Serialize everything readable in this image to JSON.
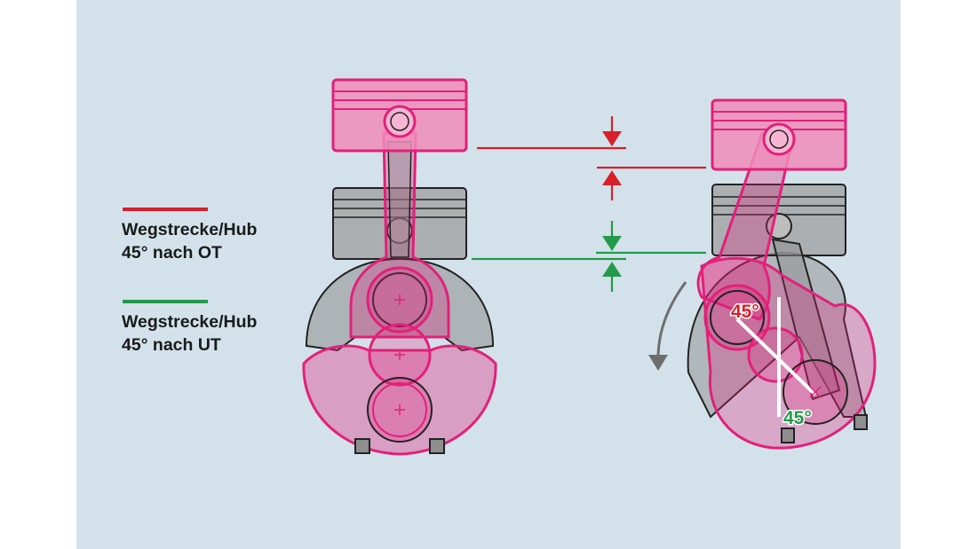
{
  "colors": {
    "background_panel": "#d3e2ea",
    "red": "#d6202a",
    "green": "#239a4a",
    "magenta": "#e2207a",
    "magenta_fill": "#f08cba",
    "grey_fill": "#8e8e8e"
  },
  "legend": [
    {
      "line_color": "#d6202a",
      "line1": "Wegstrecke/Hub",
      "line2": "45° nach OT"
    },
    {
      "line_color": "#239a4a",
      "line1": "Wegstrecke/Hub",
      "line2": "45° nach UT"
    }
  ],
  "angles": {
    "red_label": "45°",
    "green_label": "45°"
  },
  "icons": [
    "down-arrow-icon",
    "up-arrow-icon",
    "rotation-arrow-icon"
  ]
}
